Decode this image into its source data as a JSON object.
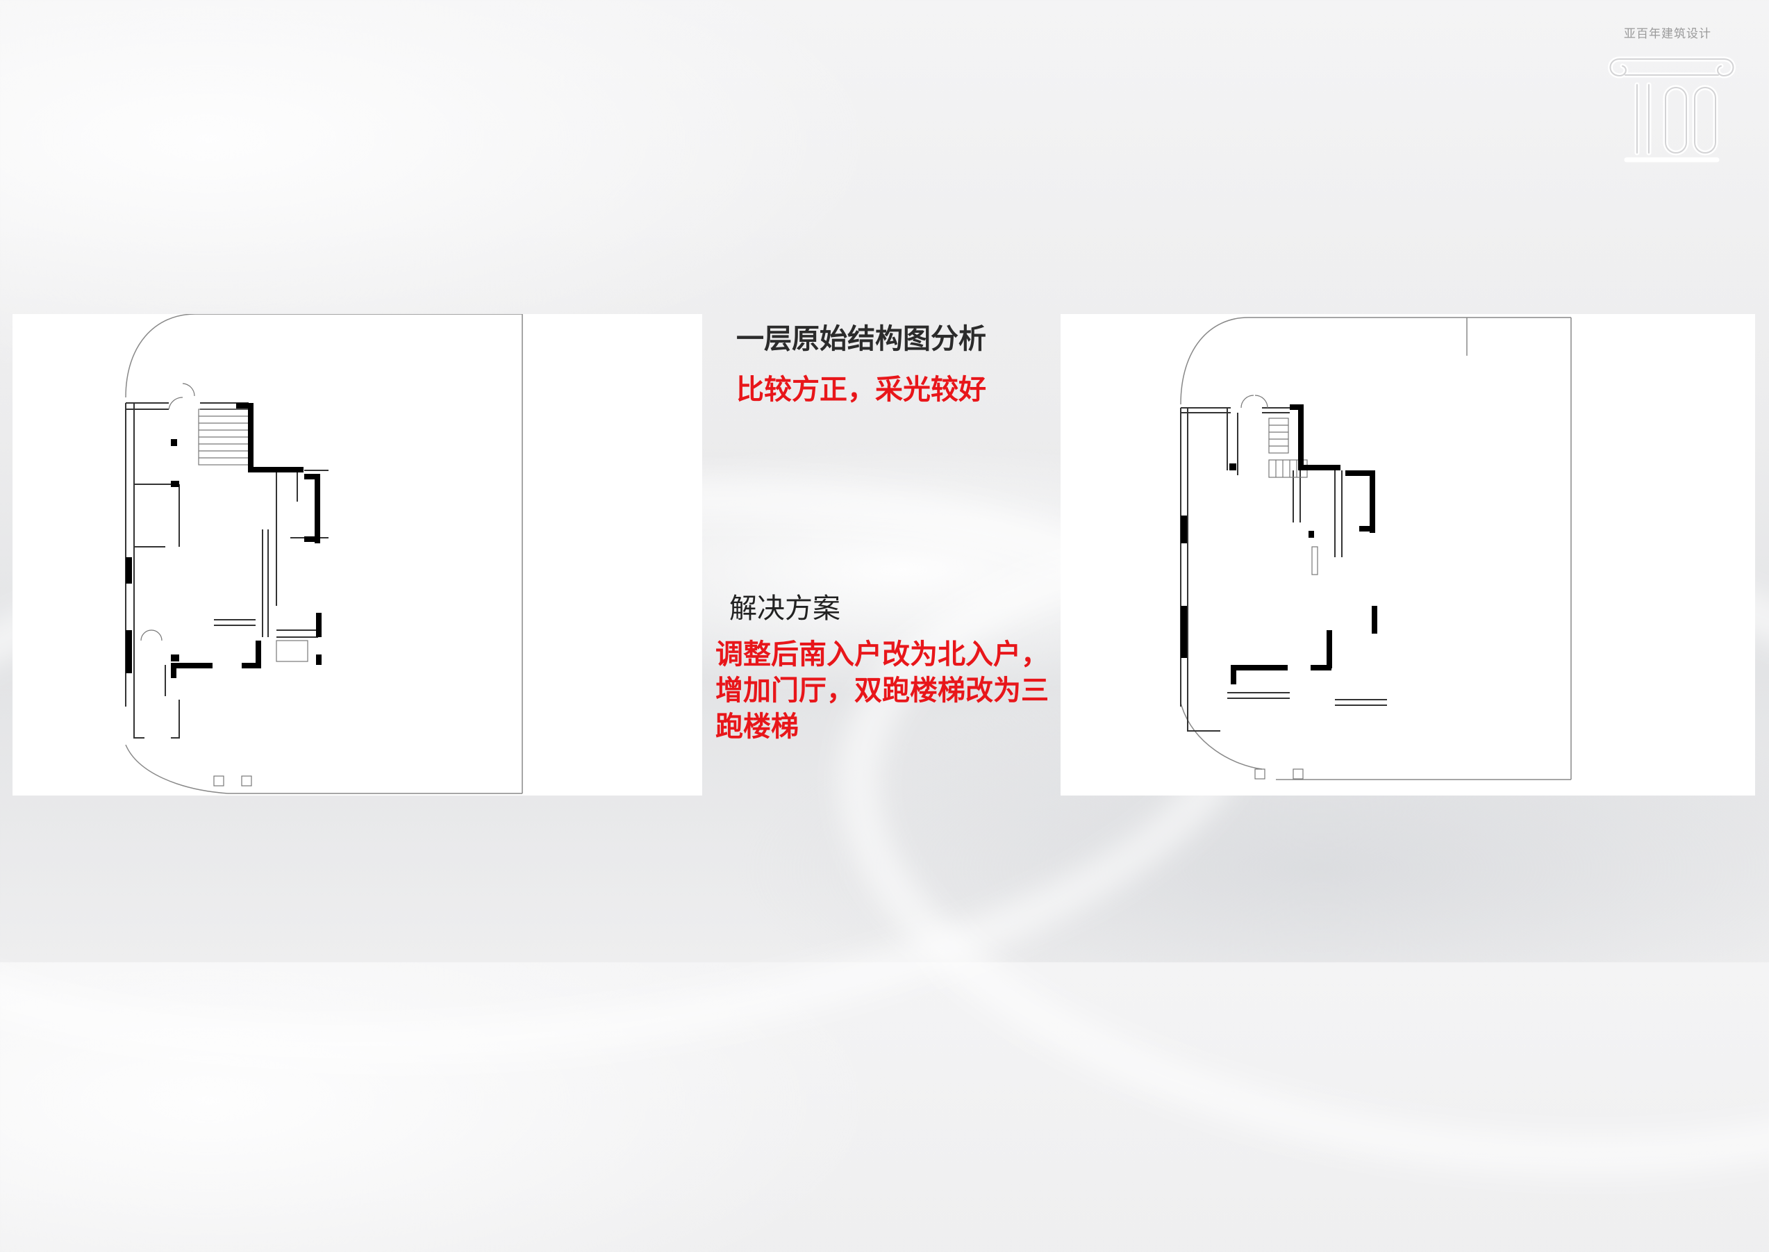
{
  "slide": {
    "heading": "一层原始结构图分析",
    "subtitle": "比较方正，采光较好",
    "solution_label": "解决方案",
    "solution_text": "调整后南入户改为北入户，增加门厅，双跑楼梯改为三跑楼梯"
  },
  "logo": {
    "caption": "亚百年建筑设计",
    "numeral": "100"
  },
  "colors": {
    "accent_red": "#e8161a",
    "heading_dark": "#2b2b2b",
    "wall_black": "#000000"
  }
}
